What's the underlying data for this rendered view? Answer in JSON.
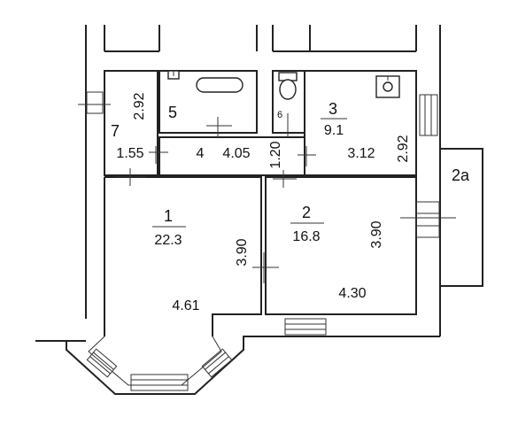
{
  "rooms": {
    "r1": {
      "number": "1",
      "area": "22.3",
      "width": "4.61",
      "depth": "3.90"
    },
    "r2": {
      "number": "2",
      "area": "16.8",
      "width": "4.30",
      "depth": "3.90"
    },
    "r2a": {
      "number": "2a"
    },
    "r3": {
      "number": "3",
      "area": "9.1",
      "width": "3.12",
      "depth": "2.92"
    },
    "r4": {
      "number": "4",
      "width": "4.05",
      "depth": "1.20"
    },
    "r5": {
      "number": "5"
    },
    "r6": {
      "number": "6"
    },
    "r7": {
      "number": "7",
      "width": "1.55",
      "depth": "2.92"
    }
  },
  "icons": [
    "bathtub-icon",
    "toilet-icon",
    "sink-icon",
    "washbasin-icon",
    "window-icon",
    "door-icon"
  ]
}
